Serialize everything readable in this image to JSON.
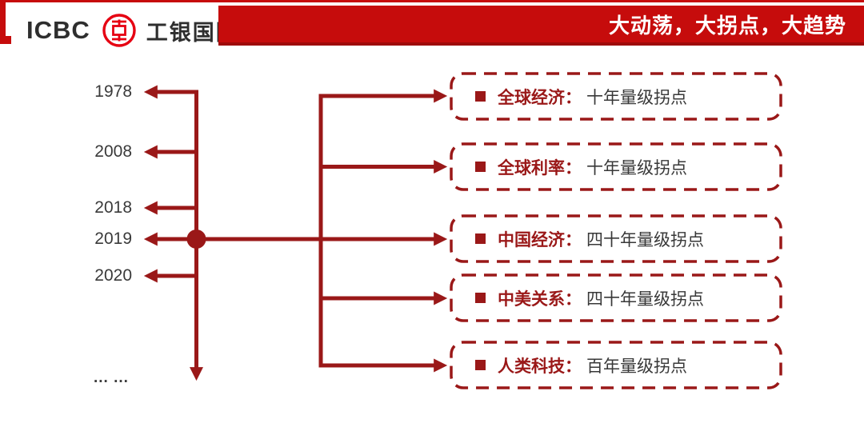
{
  "header": {
    "logo_text_en": "ICBC",
    "logo_text_cn": "工银国际",
    "banner_title": "大动荡，大拐点，大趋势"
  },
  "timeline": {
    "years": [
      "1978",
      "2008",
      "2018",
      "2019",
      "2020"
    ],
    "ellipsis": "... ..."
  },
  "callouts": [
    {
      "label": "全球经济：",
      "desc": "十年量级拐点"
    },
    {
      "label": "全球利率：",
      "desc": "十年量级拐点"
    },
    {
      "label": "中国经济：",
      "desc": "四十年量级拐点"
    },
    {
      "label": "中美关系：",
      "desc": "四十年量级拐点"
    },
    {
      "label": "人类科技：",
      "desc": "百年量级拐点"
    }
  ],
  "icons": {
    "logo_mark": "icbc-coin-icon",
    "bullet": "square-bullet-icon",
    "connectors": "arrow-lines"
  },
  "colors": {
    "line_dark_red": "#9A1818",
    "banner_red": "#C60C0C",
    "banner_border_red": "#9E0B0B",
    "brand_red": "#E60012",
    "text_dark": "#3A3A3A",
    "banner_text": "#FFFFFF",
    "background": "#FFFFFF"
  }
}
